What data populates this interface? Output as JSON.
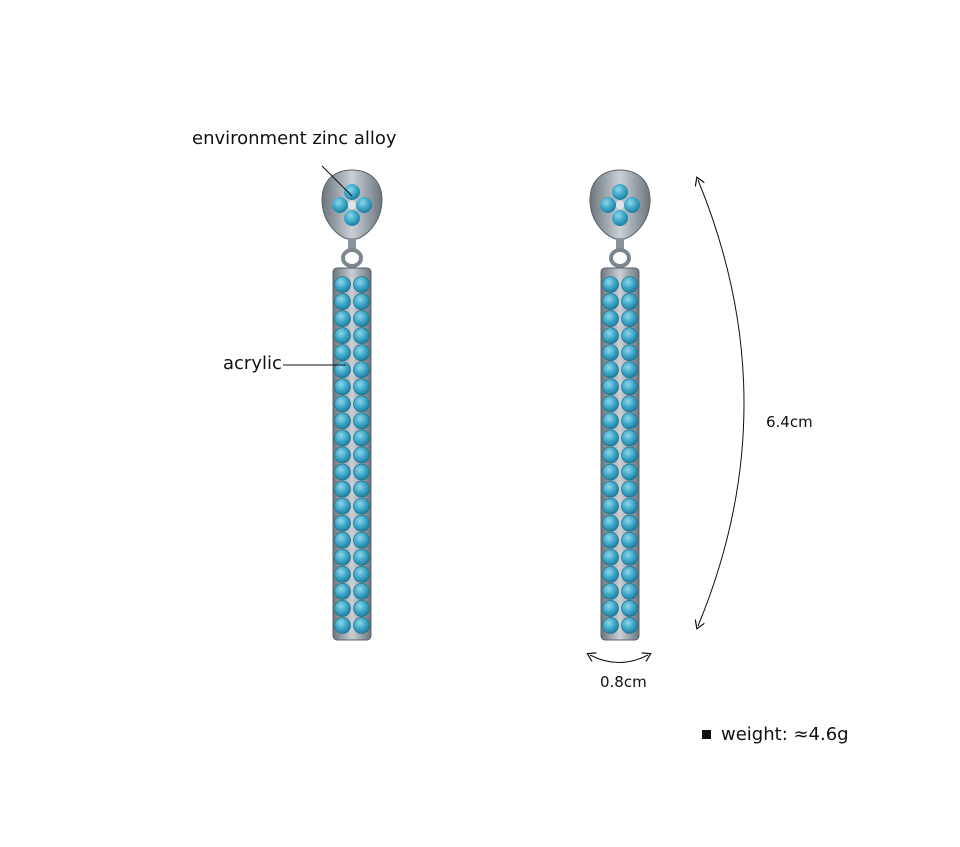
{
  "annotations": {
    "material_top": "environment zinc alloy",
    "material_body": "acrylic",
    "length": "6.4cm",
    "width": "0.8cm"
  },
  "spec": {
    "weight": "weight: ≈4.6g"
  },
  "colors": {
    "metal": "#9aa3ab",
    "metal_dark": "#6c757d",
    "stone": "#3fa9c9",
    "stone_dark": "#1f7fa0",
    "stone_light": "#7fd0e6",
    "line": "#111111"
  },
  "earrings": [
    {
      "name": "left",
      "stone_rows": 21,
      "stone_cols": 2
    },
    {
      "name": "right",
      "stone_rows": 21,
      "stone_cols": 2
    }
  ]
}
